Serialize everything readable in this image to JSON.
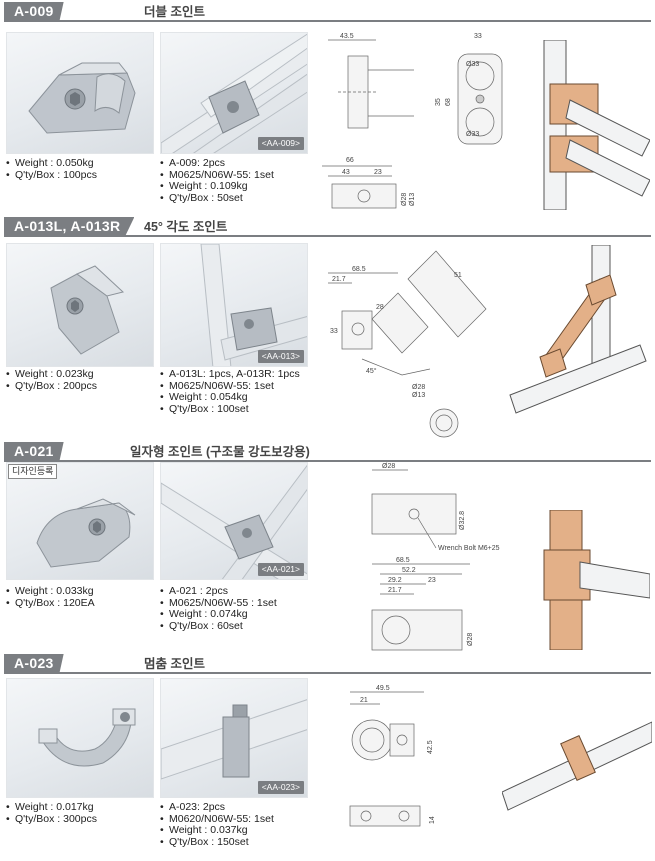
{
  "sections": [
    {
      "code": "A-009",
      "title": "더블 조인트",
      "specs_left": [
        "Weight : 0.050kg",
        "Q'ty/Box : 100pcs"
      ],
      "specs_right": [
        "A-009: 2pcs",
        "M0625/N06W-55: 1set",
        "Weight : 0.109kg",
        "Q'ty/Box : 50set"
      ],
      "assembly_tag": "<AA-009>",
      "dims": [
        "43.5",
        "33",
        "Ø33",
        "35",
        "68",
        "Ø33",
        "66",
        "43",
        "23",
        "Ø28",
        "Ø13"
      ]
    },
    {
      "code": "A-013L, A-013R",
      "title": "45° 각도 조인트",
      "specs_left": [
        "Weight : 0.023kg",
        "Q'ty/Box : 200pcs"
      ],
      "specs_right": [
        "A-013L: 1pcs, A-013R: 1pcs",
        "M0625/N06W-55: 1set",
        "Weight : 0.054kg",
        "Q'ty/Box : 100set"
      ],
      "assembly_tag": "<AA-013>",
      "dims": [
        "68.5",
        "21.7",
        "33",
        "28",
        "45°",
        "51",
        "Ø28",
        "Ø13"
      ]
    },
    {
      "code": "A-021",
      "title": "일자형 조인트 (구조물 강도보강용)",
      "badge": "디자인등록",
      "specs_left": [
        "Weight : 0.033kg",
        "Q'ty/Box : 120EA"
      ],
      "specs_right": [
        "A-021 : 2pcs",
        "M0625/N06W-55 : 1set",
        "Weight : 0.074kg",
        "Q'ty/Box : 60set"
      ],
      "assembly_tag": "<AA-021>",
      "dims": [
        "Ø28",
        "Ø32.8",
        "Wrench Bolt M6+25",
        "68.5",
        "52.2",
        "29.2",
        "23",
        "21.7",
        "Ø28"
      ]
    },
    {
      "code": "A-023",
      "title": "멈춤 조인트",
      "specs_left": [
        "Weight : 0.017kg",
        "Q'ty/Box : 300pcs"
      ],
      "specs_right": [
        "A-023: 2pcs",
        "M0620/N06W-55: 1set",
        "Weight : 0.037kg",
        "Q'ty/Box : 150set"
      ],
      "assembly_tag": "<AA-023>",
      "dims": [
        "49.5",
        "21",
        "42.5",
        "14"
      ]
    }
  ],
  "colors": {
    "header": "#7b7e82",
    "copper": "#e3b088",
    "metal": "#c4c9cf"
  }
}
